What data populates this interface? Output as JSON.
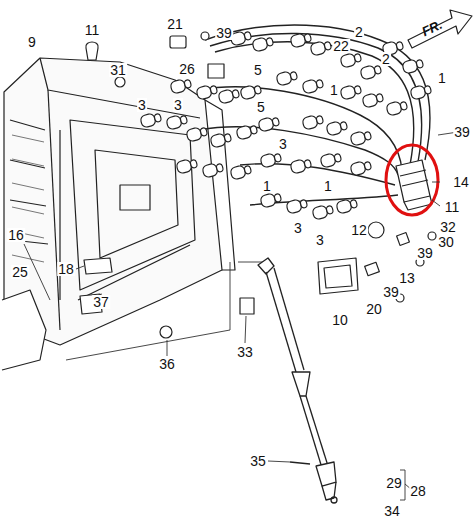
{
  "diagram": {
    "labels": [
      "FR.",
      "9",
      "11",
      "21",
      "39",
      "26",
      "22",
      "2",
      "5",
      "2",
      "1",
      "31",
      "3",
      "3",
      "5",
      "1",
      "3",
      "39",
      "14",
      "11",
      "32",
      "30",
      "1",
      "1",
      "3",
      "3",
      "12",
      "39",
      "13",
      "39",
      "20",
      "10",
      "16",
      "25",
      "18",
      "37",
      "36",
      "33",
      "35",
      "29",
      "28",
      "34"
    ]
  }
}
